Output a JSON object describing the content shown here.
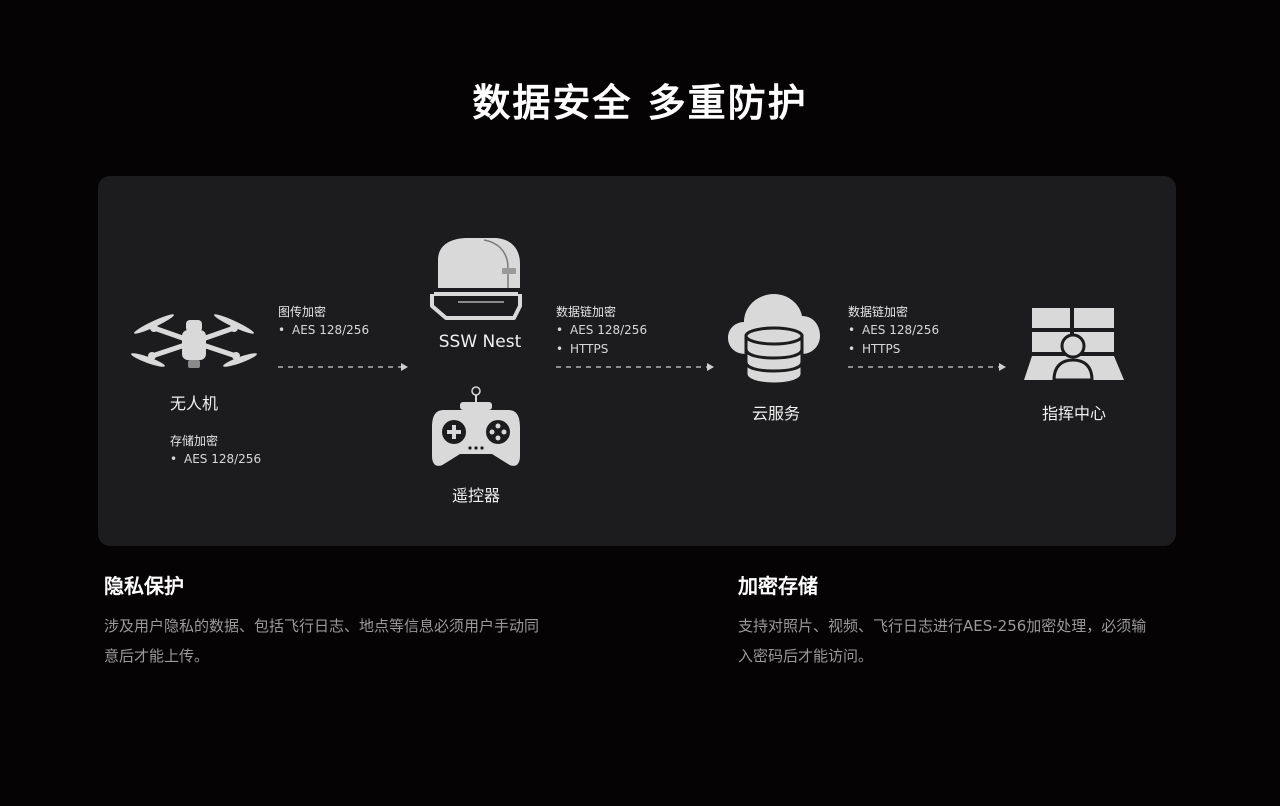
{
  "title": "数据安全 多重防护",
  "colors": {
    "background": "#050303",
    "panel": "#1c1c1e",
    "icon_fill": "#d9d9d9",
    "text_primary": "#ffffff",
    "text_secondary": "#9a9a9a"
  },
  "diagram": {
    "nodes": {
      "drone": {
        "label": "无人机",
        "icon": "drone-icon"
      },
      "nest": {
        "label": "SSW Nest",
        "icon": "nest-icon"
      },
      "remote": {
        "label": "遥控器",
        "icon": "remote-controller-icon"
      },
      "cloud": {
        "label": "云服务",
        "icon": "cloud-server-icon"
      },
      "command": {
        "label": "指挥中心",
        "icon": "command-center-icon"
      }
    },
    "specs": {
      "drone_storage": {
        "title": "存储加密",
        "items": [
          "AES 128/256"
        ]
      },
      "image_transmission": {
        "title": "图传加密",
        "items": [
          "AES 128/256"
        ]
      },
      "datalink_nest_cloud": {
        "title": "数据链加密",
        "items": [
          "AES 128/256",
          "HTTPS"
        ]
      },
      "datalink_cloud_command": {
        "title": "数据链加密",
        "items": [
          "AES 128/256",
          "HTTPS"
        ]
      }
    }
  },
  "sections": {
    "privacy": {
      "title": "隐私保护",
      "body": "涉及用户隐私的数据、包括飞行日志、地点等信息必须用户手动同意后才能上传。"
    },
    "storage": {
      "title": "加密存储",
      "body": "支持对照片、视频、飞行日志进行AES-256加密处理，必须输入密码后才能访问。"
    }
  }
}
